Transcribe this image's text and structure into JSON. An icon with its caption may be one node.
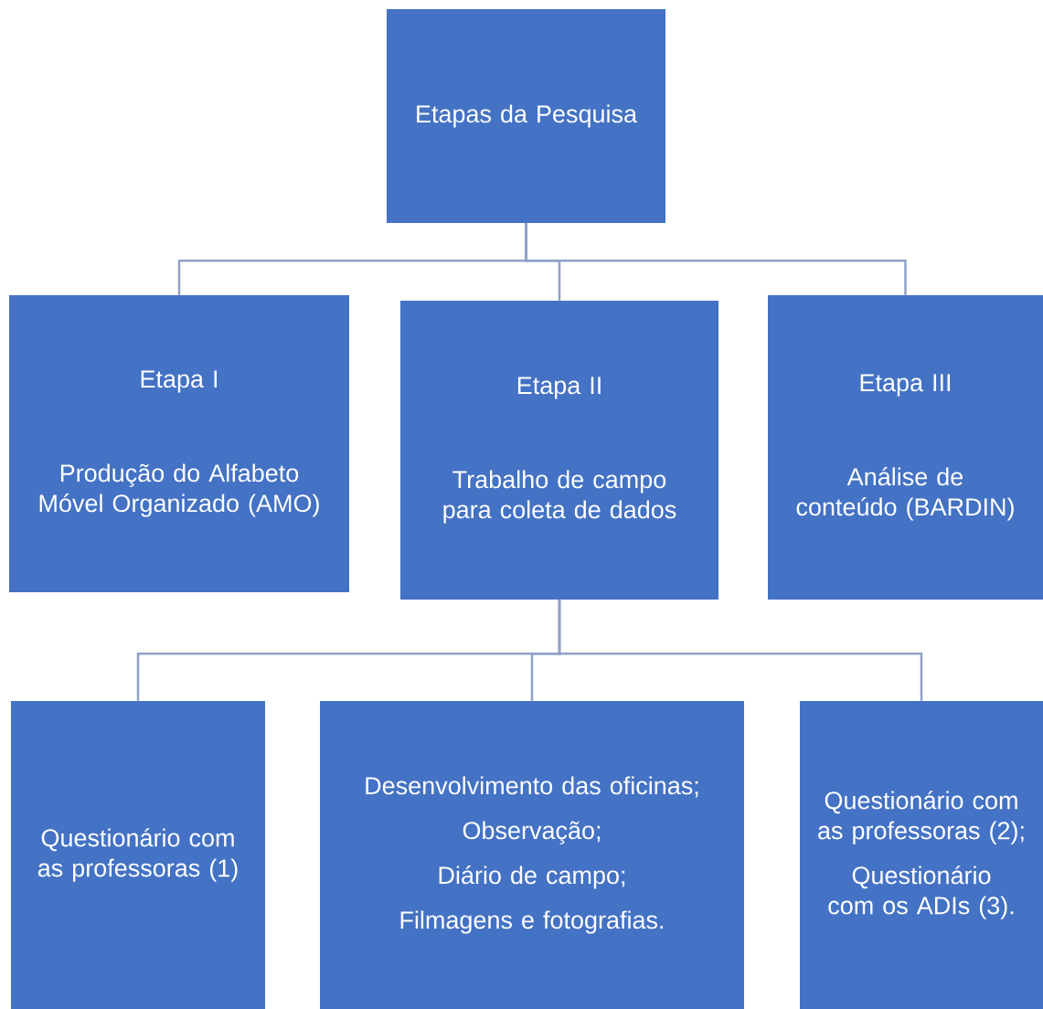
{
  "diagram": {
    "nodes": [
      {
        "text": [
          "Etapas da Pesquisa"
        ]
      },
      {
        "text": [
          "Etapa I",
          "Produção do Alfabeto Móvel Organizado (AMO)"
        ]
      },
      {
        "text": [
          "Etapa II",
          "Trabalho de campo para coleta de dados"
        ]
      },
      {
        "text": [
          "Etapa III",
          "Análise de conteúdo (BARDIN)"
        ]
      },
      {
        "text": [
          "Questionário com as professoras (1)"
        ]
      },
      {
        "text": [
          "Desenvolvimento das oficinas;",
          "Observação;",
          "Diário de campo;",
          "Filmagens e fotografias."
        ]
      },
      {
        "text": [
          "Questionário com as professoras (2);",
          "Questionário com os ADIs (3)."
        ]
      }
    ],
    "edges": [
      {
        "from": 0,
        "to": 1,
        "arrow": "none"
      },
      {
        "from": 0,
        "to": 2,
        "arrow": "none"
      },
      {
        "from": 0,
        "to": 3,
        "arrow": "none"
      },
      {
        "from": 2,
        "to": 4,
        "arrow": "none"
      },
      {
        "from": 2,
        "to": 5,
        "arrow": "none"
      },
      {
        "from": 2,
        "to": 6,
        "arrow": "none"
      }
    ]
  }
}
